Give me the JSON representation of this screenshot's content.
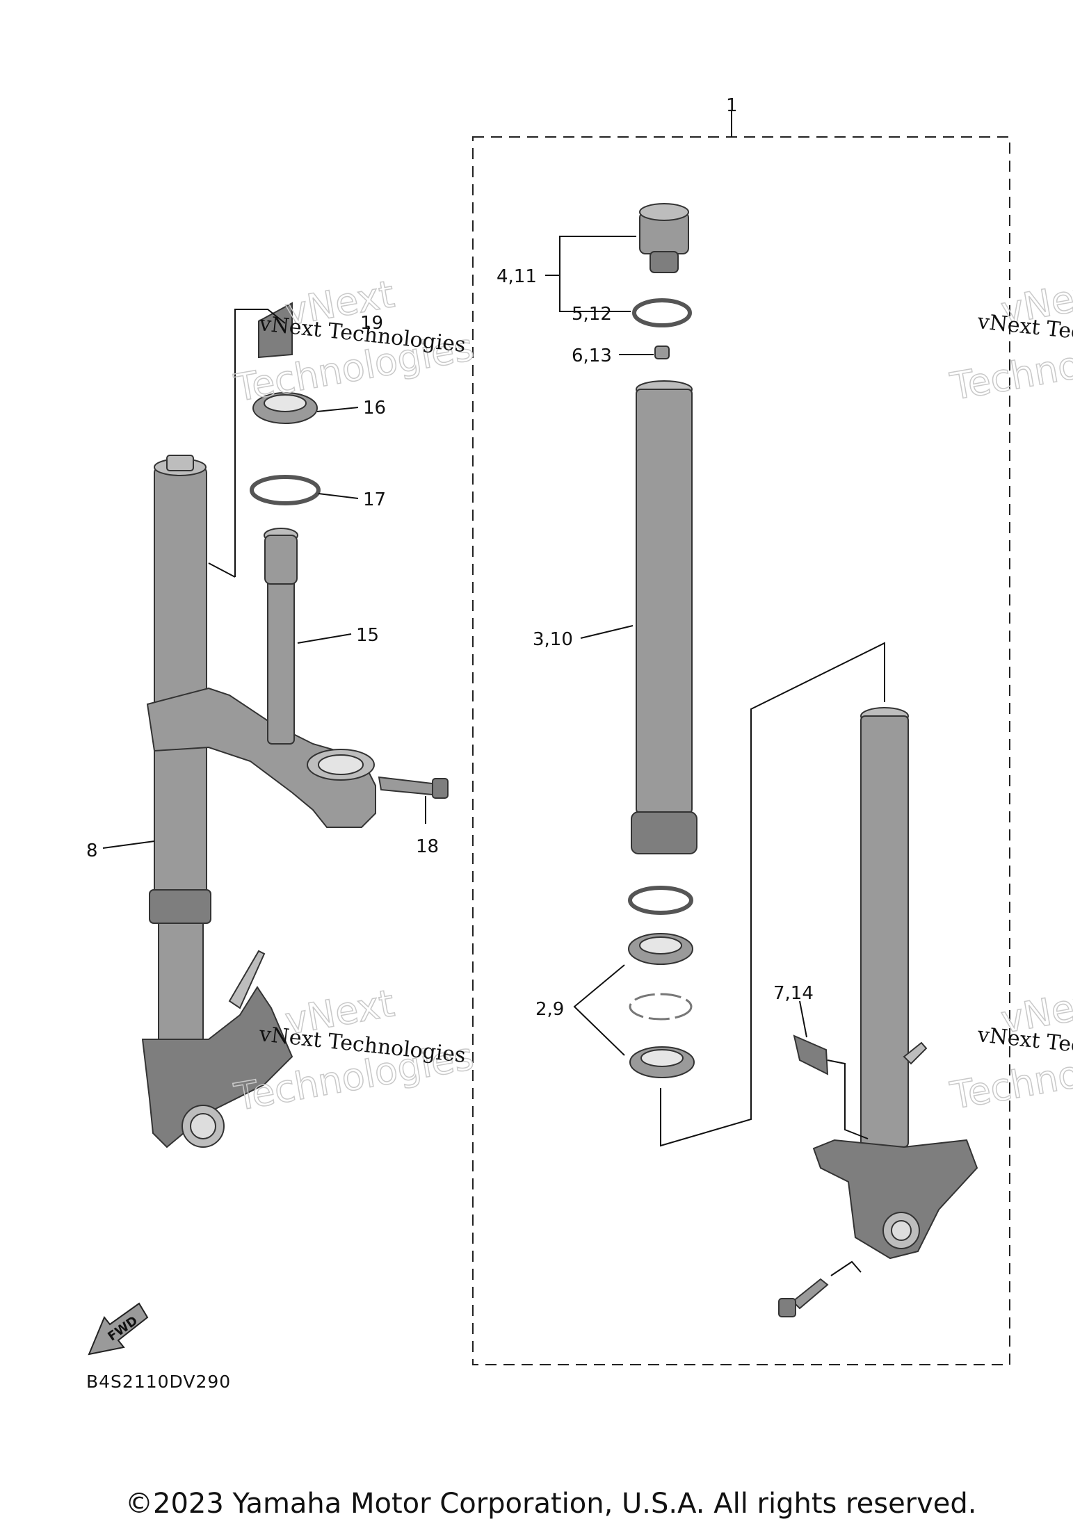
{
  "callouts": {
    "c1": "1",
    "c4_11": "4,11",
    "c5_12": "5,12",
    "c6_13": "6,13",
    "c3_10": "3,10",
    "c2_9": "2,9",
    "c7_14": "7,14",
    "c19": "19",
    "c16": "16",
    "c17": "17",
    "c15": "15",
    "c18": "18",
    "c8": "8"
  },
  "watermark": {
    "line": "vNext Technologies",
    "brand": "vNext",
    "sub": "Technologies"
  },
  "fwd_label": "FWD",
  "diagram_code": "B4S2110DV290",
  "copyright": "©2023 Yamaha Motor Corporation, U.S.A. All rights reserved."
}
